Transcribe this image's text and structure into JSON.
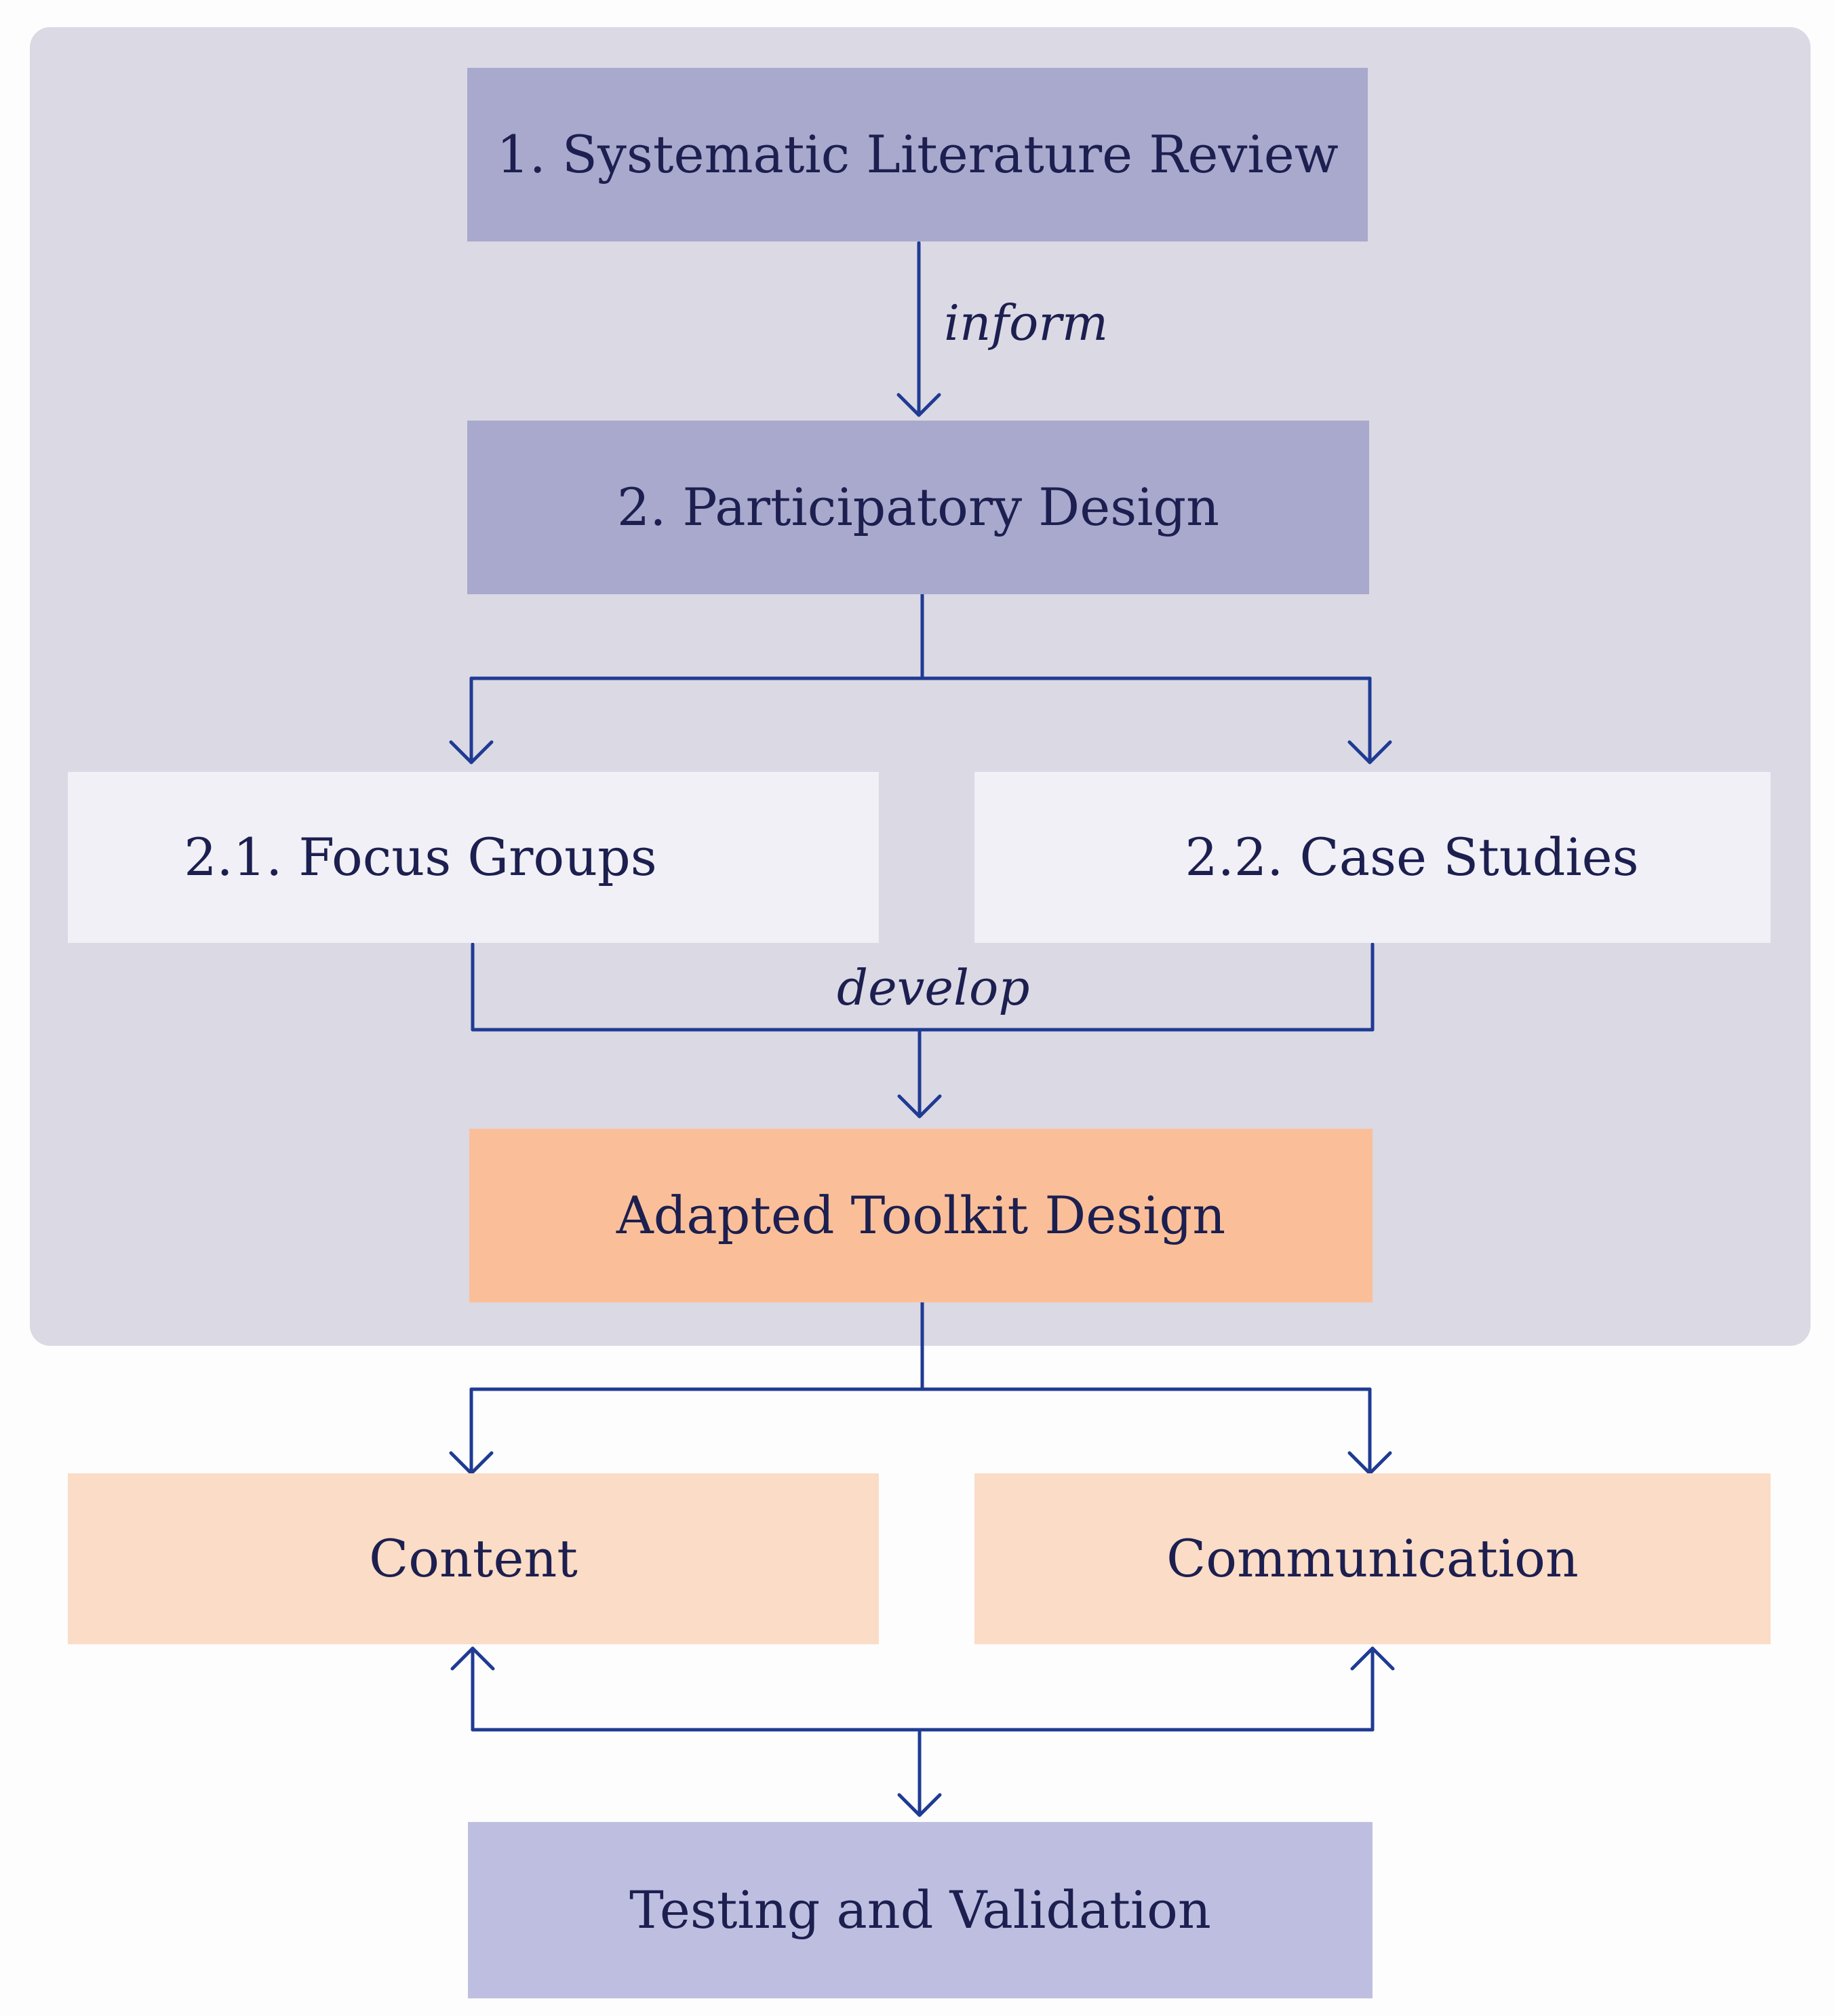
{
  "nodes": {
    "literature_review": "1. Systematic Literature Review",
    "participatory_design": "2. Participatory Design",
    "focus_groups": "2.1. Focus Groups",
    "case_studies": "2.2. Case Studies",
    "toolkit_design": "Adapted Toolkit Design",
    "content": "Content",
    "communication": "Communication",
    "testing_validation": "Testing and Validation"
  },
  "edge_labels": {
    "inform": "inform",
    "develop": "develop"
  },
  "colors": {
    "panel_background": "#dbd9e4",
    "stage_box": "#a9a9cd",
    "substage_box": "#f0f0f6",
    "toolkit_box": "#fabf99",
    "component_box": "#fbdcc7",
    "testing_box": "#bebfe0",
    "arrow": "#1f3b93",
    "text": "#1c1f4f"
  }
}
